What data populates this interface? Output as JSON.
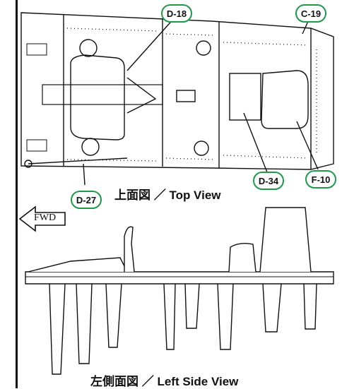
{
  "callouts": {
    "d18": "D-18",
    "c19": "C-19",
    "d34": "D-34",
    "f10": "F-10",
    "d27": "D-27"
  },
  "captions": {
    "top_view": "上面図 ／ Top View",
    "side_view": "左側面図 ／ Left Side View"
  },
  "direction": {
    "label": "FWD"
  },
  "colors": {
    "callout_border": "#1f9a4a",
    "line": "#111111"
  }
}
